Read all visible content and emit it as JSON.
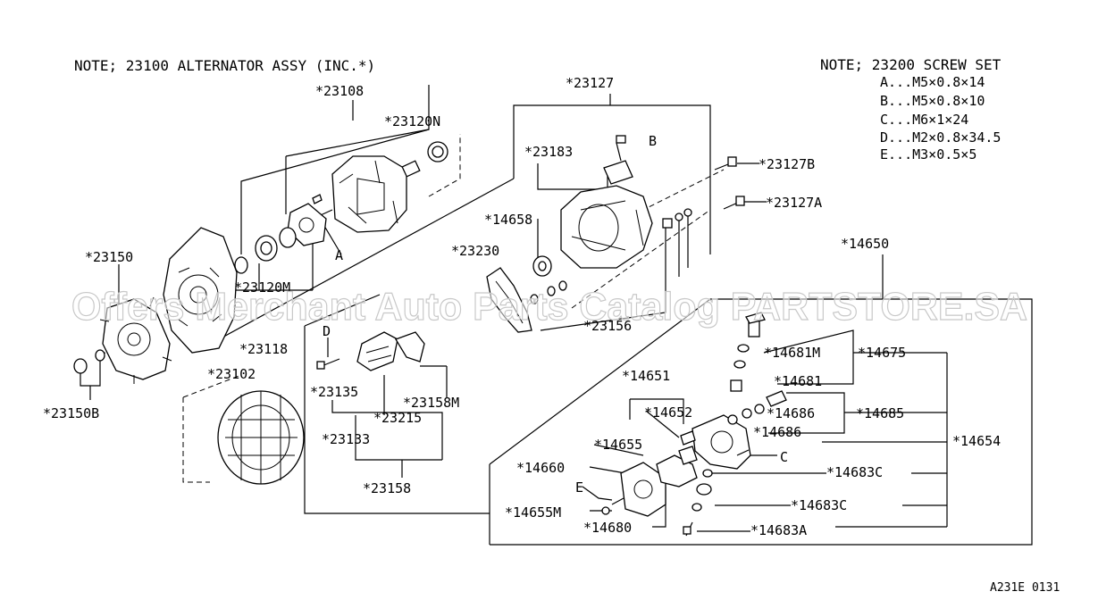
{
  "notes": {
    "alternator": "NOTE; 23100 ALTERNATOR ASSY (INC.*)",
    "screw_set_title": "NOTE; 23200 SCREW SET",
    "screw_set_items": [
      "A...M5×0.8×14",
      "B...M5×0.8×10",
      "C...M6×1×24",
      "D...M2×0.8×34.5",
      "E...M3×0.5×5"
    ]
  },
  "labels": {
    "p23108": "*23108",
    "p23120N": "*23120N",
    "p23127": "*23127",
    "p23183": "*23183",
    "B": "B",
    "p23127B": "*23127B",
    "p23127A": "*23127A",
    "p14658": "*14658",
    "p23230": "*23230",
    "p23150": "*23150",
    "A": "A",
    "p23120M": "*23120M",
    "p23118": "*23118",
    "p23156": "*23156",
    "p14650": "*14650",
    "D": "D",
    "p23102": "*23102",
    "p23135": "*23135",
    "p23158M": "*23158M",
    "p23215": "*23215",
    "p23133": "*23133",
    "p23158": "*23158",
    "p23150B": "*23150B",
    "p14651": "*14651",
    "p14652": "*14652",
    "p14655": "*14655",
    "p14660": "*14660",
    "E": "E",
    "p14655M": "*14655M",
    "p14680": "*14680",
    "p14681M": "*14681M",
    "p14675": "*14675",
    "p14681": "*14681",
    "p14686a": "*14686",
    "p14685": "*14685",
    "p14686b": "*14686",
    "p14654": "*14654",
    "C": "C",
    "p14683Ca": "*14683C",
    "p14683Cb": "*14683C",
    "p14683A": "*14683A"
  },
  "watermark": "Offers Merchant Auto Parts Catalog PARTSTORE.SA",
  "figure_code": "A231E 0131"
}
